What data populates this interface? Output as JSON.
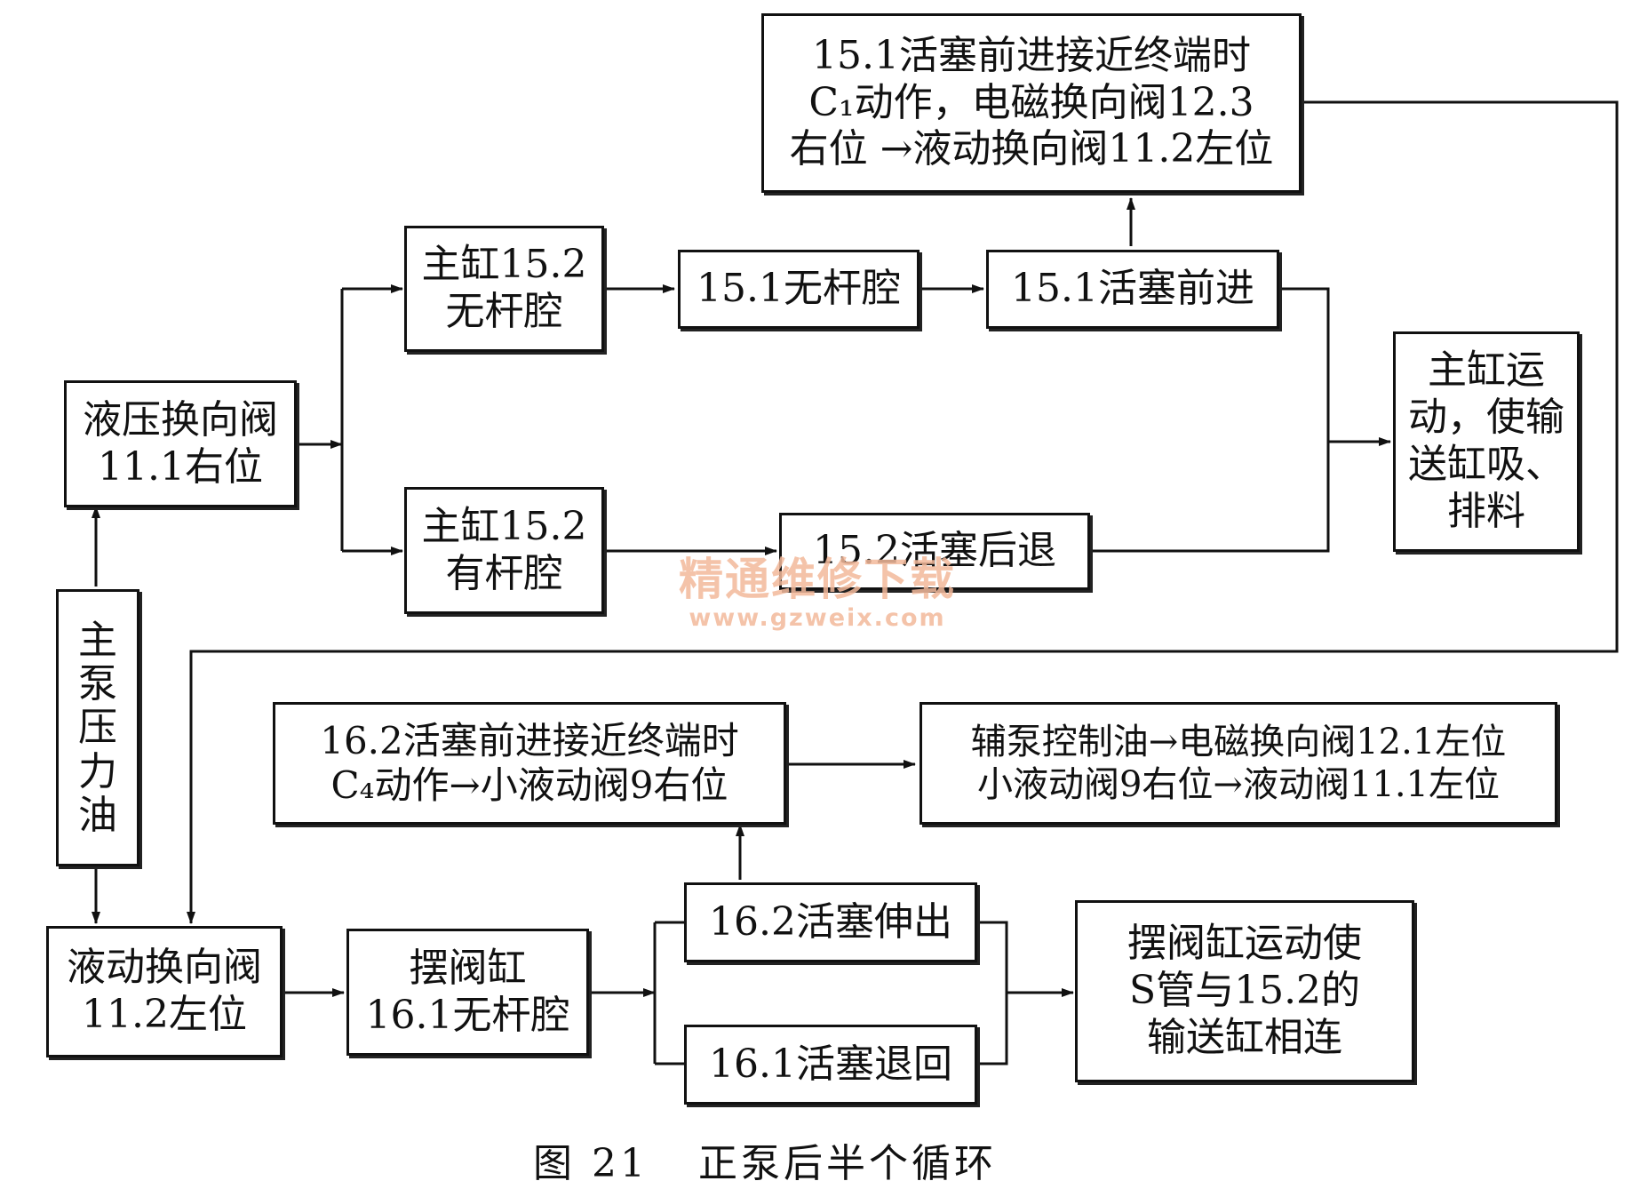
{
  "boxes": {
    "b_top": [
      "15.1活塞前进接近终端时",
      "C₁动作，电磁换向阀12.3",
      "右位 →液动换向阀11.2左位"
    ],
    "b_zg_wgq": [
      "主缸15.2",
      "无杆腔"
    ],
    "b_151_wgq": [
      "15.1无杆腔"
    ],
    "b_151_hsqj": [
      "15.1活塞前进"
    ],
    "b_zgyd": [
      "主缸运",
      "动，使输",
      "送缸吸、",
      "排料"
    ],
    "b_yyhxf": [
      "液压换向阀",
      "11.1右位"
    ],
    "b_zg_ygq": [
      "主缸15.2",
      "有杆腔"
    ],
    "b_152_hsht": [
      "15.2活塞后退"
    ],
    "b_zbyly": [
      "主",
      "泵",
      "压",
      "力",
      "油"
    ],
    "b_162_jj": [
      "16.2活塞前进接近终端时",
      "C₄动作→小液动阀9右位"
    ],
    "b_fbkzy": [
      "辅泵控制油→电磁换向阀12.1左位",
      "小液动阀9右位→液动阀11.1左位"
    ],
    "b_ydhxf": [
      "液动换向阀",
      "11.2左位"
    ],
    "b_bfg": [
      "摆阀缸",
      "16.1无杆腔"
    ],
    "b_162_sc": [
      "16.2活塞伸出"
    ],
    "b_161_th": [
      "16.1活塞退回"
    ],
    "b_bfgyd": [
      "摆阀缸运动使",
      "S管与15.2的",
      "输送缸相连"
    ]
  },
  "caption": {
    "number": "图 21",
    "title": "正泵后半个循环"
  },
  "watermark": {
    "line1": "精通维修下载",
    "line2": "www.gzweix.com"
  },
  "colors": {
    "ink": "#111111",
    "watermark": "#f3b99b"
  }
}
